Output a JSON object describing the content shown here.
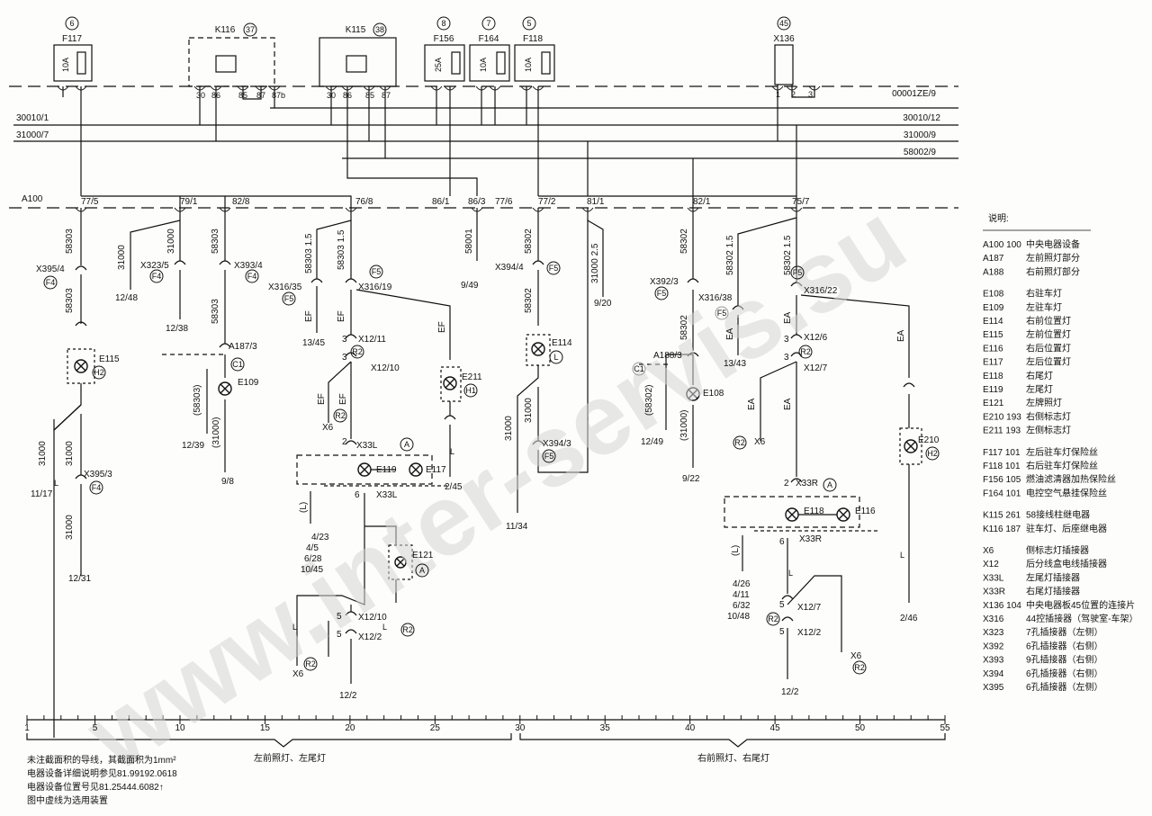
{
  "watermark": "www.inter-servis.su",
  "top_components": {
    "f117": {
      "circle": "6",
      "name": "F117",
      "rating": "10A"
    },
    "k116": {
      "circle": "37",
      "name": "K116",
      "pins": [
        "30",
        "86",
        "85",
        "87",
        "87b"
      ]
    },
    "k115": {
      "circle": "38",
      "name": "K115",
      "pins": [
        "30",
        "86",
        "85",
        "87"
      ]
    },
    "f156": {
      "circle": "8",
      "name": "F156",
      "rating": "25A"
    },
    "f164": {
      "circle": "7",
      "name": "F164",
      "rating": "10A"
    },
    "f118": {
      "circle": "5",
      "name": "F118",
      "rating": "10A"
    },
    "x136": {
      "circle": "45",
      "name": "X136",
      "pins": [
        "1",
        "2",
        "3"
      ]
    }
  },
  "buses": {
    "b1_right": "00001ZE/9",
    "b2_left": "30010/1",
    "b2_right": "30010/12",
    "b3_left": "31000/7",
    "b3_right": "31000/9",
    "b4_right": "58002/9",
    "a100": "A100"
  },
  "a100_taps": [
    "77/5",
    "79/1",
    "82/8",
    "76/8",
    "86/1",
    "86/3",
    "77/6",
    "77/2",
    "81/1",
    "82/1",
    "75/7"
  ],
  "labels": {
    "w58303_a": "58303",
    "x395_4": "X395/4",
    "w58303_b": "58303",
    "e115": "E115",
    "w31000_a": "31000",
    "w31000_b": "31000",
    "x395_3": "X395/3",
    "w31000_c": "31000",
    "d11_17": "11/17",
    "d12_31": "12/31",
    "w31000_d": "31000",
    "d12_48": "12/48",
    "x323_5": "X323/5",
    "w31000_e": "31000",
    "d12_38": "12/38",
    "w58303_c": "58303",
    "x393_4": "X393/4",
    "w58303_d": "58303",
    "a187_3": "A187/3",
    "p58303": "(58303)",
    "e109": "E109",
    "p31000": "(31000)",
    "d12_39": "12/39",
    "d9_8": "9/8",
    "w58303_15": "58303 1.5",
    "w58303_15b": "58303 1.5",
    "x316_35": "X316/35",
    "x316_19": "X316/19",
    "ef1": "EF",
    "ef2": "EF",
    "ef3": "EF",
    "ef4": "EF",
    "ef5": "EF",
    "d13_45": "13/45",
    "pin3a": "3",
    "x12_11": "X12/11",
    "pin3b": "3",
    "x12_10": "X12/10",
    "x6a": "X6",
    "pin2a": "2",
    "x33l": "X33L",
    "e119": "E119",
    "e117": "E117",
    "pin6a": "6",
    "x33l_b": "X33L",
    "L1": "(L)",
    "c4_23": "4/23",
    "c4_5": "4/5",
    "c6_28": "6/28",
    "c10_45": "10/45",
    "e121": "E121",
    "e211": "E211",
    "d2_45": "2/45",
    "pin5a": "5",
    "x12_10b": "X12/10",
    "pin5b": "5",
    "x12_2a": "X12/2",
    "x6b": "X6",
    "d12_2a": "12/2",
    "w58001": "58001",
    "d9_49": "9/49",
    "w58302_a": "58302",
    "x394_4": "X394/4",
    "w58302_b": "58302",
    "e114": "E114",
    "w31000_f": "31000",
    "w31000_g": "31000",
    "x394_3": "X394/3",
    "d11_34": "11/34",
    "w31000_25": "31000 2.5",
    "d9_20": "9/20",
    "w58302_c": "58302",
    "x392_3": "X392/3",
    "w58302_d": "58302",
    "x316_38": "X316/38",
    "a188_3": "A188/3",
    "p58302": "(58302)",
    "e108": "E108",
    "p31000b": "(31000)",
    "d12_49": "12/49",
    "d9_22": "9/22",
    "d13_43": "13/43",
    "w58302_15": "58302 1.5",
    "w58302_15b": "58302 1.5",
    "x316_22": "X316/22",
    "ea1": "EA",
    "ea2": "EA",
    "ea3": "EA",
    "ea4": "EA",
    "ea5": "EA",
    "pin3c": "3",
    "x12_6": "X12/6",
    "pin3d": "3",
    "x12_7": "X12/7",
    "x6c": "X6",
    "pin2b": "2",
    "x33r": "X33R",
    "e118": "E118",
    "e116": "E116",
    "pin6b": "6",
    "x33r_b": "X33R",
    "L2": "(L)",
    "c4_26": "4/26",
    "c4_11": "4/11",
    "c6_32": "6/32",
    "c10_48": "10/48",
    "pin5c": "5",
    "x12_7b": "X12/7",
    "pin5d": "5",
    "x12_2b": "X12/2",
    "x6d": "X6",
    "d12_2b": "12/2",
    "e210": "E210",
    "d2_46": "2/46",
    "lw1": "L",
    "lw2": "L",
    "lw3": "L",
    "lw4": "L",
    "lw5": "L",
    "lw6": "L"
  },
  "badges": {
    "f4a": "F4",
    "h2a": "H2",
    "f4b": "F4",
    "f4c": "F4",
    "f4d": "F4",
    "c1a": "C1",
    "f5a": "F5",
    "f5b": "F5",
    "r2a": "R2",
    "r2b": "R2",
    "aa": "A",
    "ab": "A",
    "r2c": "R2",
    "r2d": "R2",
    "h1": "H1",
    "f5c": "F5",
    "f5d": "F5",
    "la": "L",
    "f5e": "F5",
    "f5f": "F5",
    "c1b": "C1",
    "f5g": "F5",
    "r2e": "R2",
    "r2f": "R2",
    "ac": "A",
    "r2g": "R2",
    "r2h": "R2",
    "h2b": "H2"
  },
  "scale": {
    "ticks": [
      "1",
      "5",
      "10",
      "15",
      "20",
      "25",
      "30",
      "35",
      "40",
      "45",
      "50",
      "55"
    ],
    "left_section": "左前照灯、左尾灯",
    "right_section": "右前照灯、右尾灯"
  },
  "notes": [
    "未注截面积的导线，其截面积为1mm²",
    "电器设备详细说明参见81.99192.0618",
    "电器设备位置号见81.25444.6082↑",
    "图中虚线为选用装置"
  ],
  "legend": {
    "title": "说明:",
    "groups": [
      [
        {
          "code": "A100 100",
          "desc": "中央电器设备"
        },
        {
          "code": "A187",
          "desc": "左前照灯部分"
        },
        {
          "code": "A188",
          "desc": "右前照灯部分"
        }
      ],
      [
        {
          "code": "E108",
          "desc": "右驻车灯"
        },
        {
          "code": "E109",
          "desc": "左驻车灯"
        },
        {
          "code": "E114",
          "desc": "右前位置灯"
        },
        {
          "code": "E115",
          "desc": "左前位置灯"
        },
        {
          "code": "E116",
          "desc": "右后位置灯"
        },
        {
          "code": "E117",
          "desc": "左后位置灯"
        },
        {
          "code": "E118",
          "desc": "右尾灯"
        },
        {
          "code": "E119",
          "desc": "左尾灯"
        },
        {
          "code": "E121",
          "desc": "左牌照灯"
        },
        {
          "code": "E210 193",
          "desc": "右侧标志灯"
        },
        {
          "code": "E211 193",
          "desc": "左侧标志灯"
        }
      ],
      [
        {
          "code": "F117 101",
          "desc": "左后驻车灯保险丝"
        },
        {
          "code": "F118 101",
          "desc": "右后驻车灯保险丝"
        },
        {
          "code": "F156 105",
          "desc": "燃油滤清器加热保险丝"
        },
        {
          "code": "F164 101",
          "desc": "电控空气悬挂保险丝"
        }
      ],
      [
        {
          "code": "K115 261",
          "desc": "58接线柱继电器"
        },
        {
          "code": "K116 187",
          "desc": "驻车灯、后座继电器"
        }
      ],
      [
        {
          "code": "X6",
          "desc": "侧标志灯插接器"
        },
        {
          "code": "X12",
          "desc": "后分线盒电线插接器"
        },
        {
          "code": "X33L",
          "desc": "左尾灯插接器"
        },
        {
          "code": "X33R",
          "desc": "右尾灯插接器"
        },
        {
          "code": "X136 104",
          "desc": "中央电器板45位置的连接片"
        },
        {
          "code": "X316",
          "desc": "44控插接器（驾驶室-车架）"
        },
        {
          "code": "X323",
          "desc": "7孔插接器（左侧）"
        },
        {
          "code": "X392",
          "desc": "6孔插接器（右侧）"
        },
        {
          "code": "X393",
          "desc": "9孔插接器（右侧）"
        },
        {
          "code": "X394",
          "desc": "6孔插接器（右侧）"
        },
        {
          "code": "X395",
          "desc": "6孔插接器（左侧）"
        }
      ]
    ]
  }
}
